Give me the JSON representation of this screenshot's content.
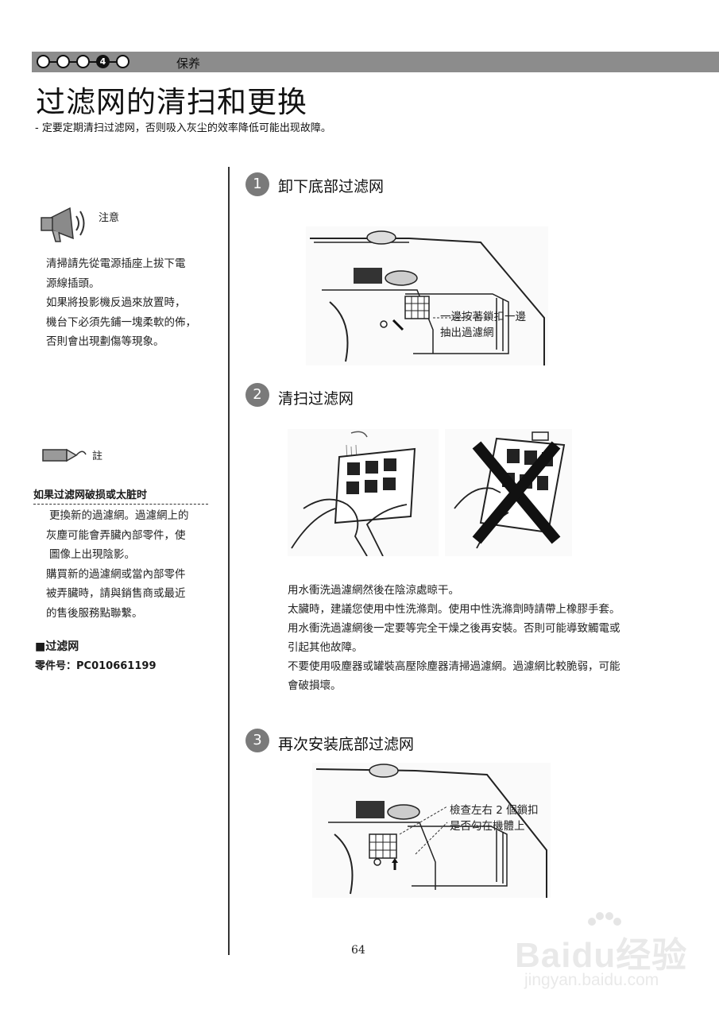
{
  "header": {
    "step_circles": [
      "",
      "",
      "",
      "4",
      ""
    ],
    "active_step": 4,
    "chapter": "保养"
  },
  "title": "过滤网的清扫和更换",
  "subtitle": "- 定要定期清扫过滤网，否则吸入灰尘的效率降低可能出现故障。",
  "caution": {
    "label": "注意",
    "lines": [
      "清掃請先從電源插座上拔下電",
      "源線插頭。",
      "如果將投影機反過來放置時，",
      "機台下必須先鋪一塊柔軟的佈，",
      "否則會出現劃傷等現象。"
    ]
  },
  "note": {
    "label": "註",
    "heading": "如果过滤网破损或太脏时",
    "lines": [
      "更換新的過濾網。過濾網上的",
      "灰塵可能會弄臟內部零件，使",
      "圖像上出現陰影。",
      "購買新的過濾網或當內部零件",
      "被弄臟時，請與銷售商或最近",
      "的售後服務點聯繫。"
    ]
  },
  "part": {
    "title": "■过滤网",
    "label": "零件号：",
    "number": "PC010661199"
  },
  "steps": [
    {
      "num": "1",
      "title": "卸下底部过滤网"
    },
    {
      "num": "2",
      "title": "清扫过滤网"
    },
    {
      "num": "3",
      "title": "再次安装底部过滤网"
    }
  ],
  "callout1": [
    "一邊按著鎖扣一邊",
    "抽出過濾網"
  ],
  "callout3": [
    "檢查左右 2 個鎖扣",
    "是否勾在機體上"
  ],
  "instructions": [
    "用水衝洗過濾網然後在陰涼處晾干。",
    "太臟時，建議您使用中性洗滌劑。使用中性洗滌劑時請帶上橡膠手套。",
    "用水衝洗過濾網後一定要等完全干燥之後再安裝。否則可能導致觸電或引起其他故障。",
    "不要使用吸塵器或罐裝高壓除塵器清掃過濾網。過濾網比較脆弱，可能會破損壞。"
  ],
  "page_number": "64",
  "watermark": {
    "logo": "Baidu经验",
    "url": "jingyan.baidu.com"
  }
}
